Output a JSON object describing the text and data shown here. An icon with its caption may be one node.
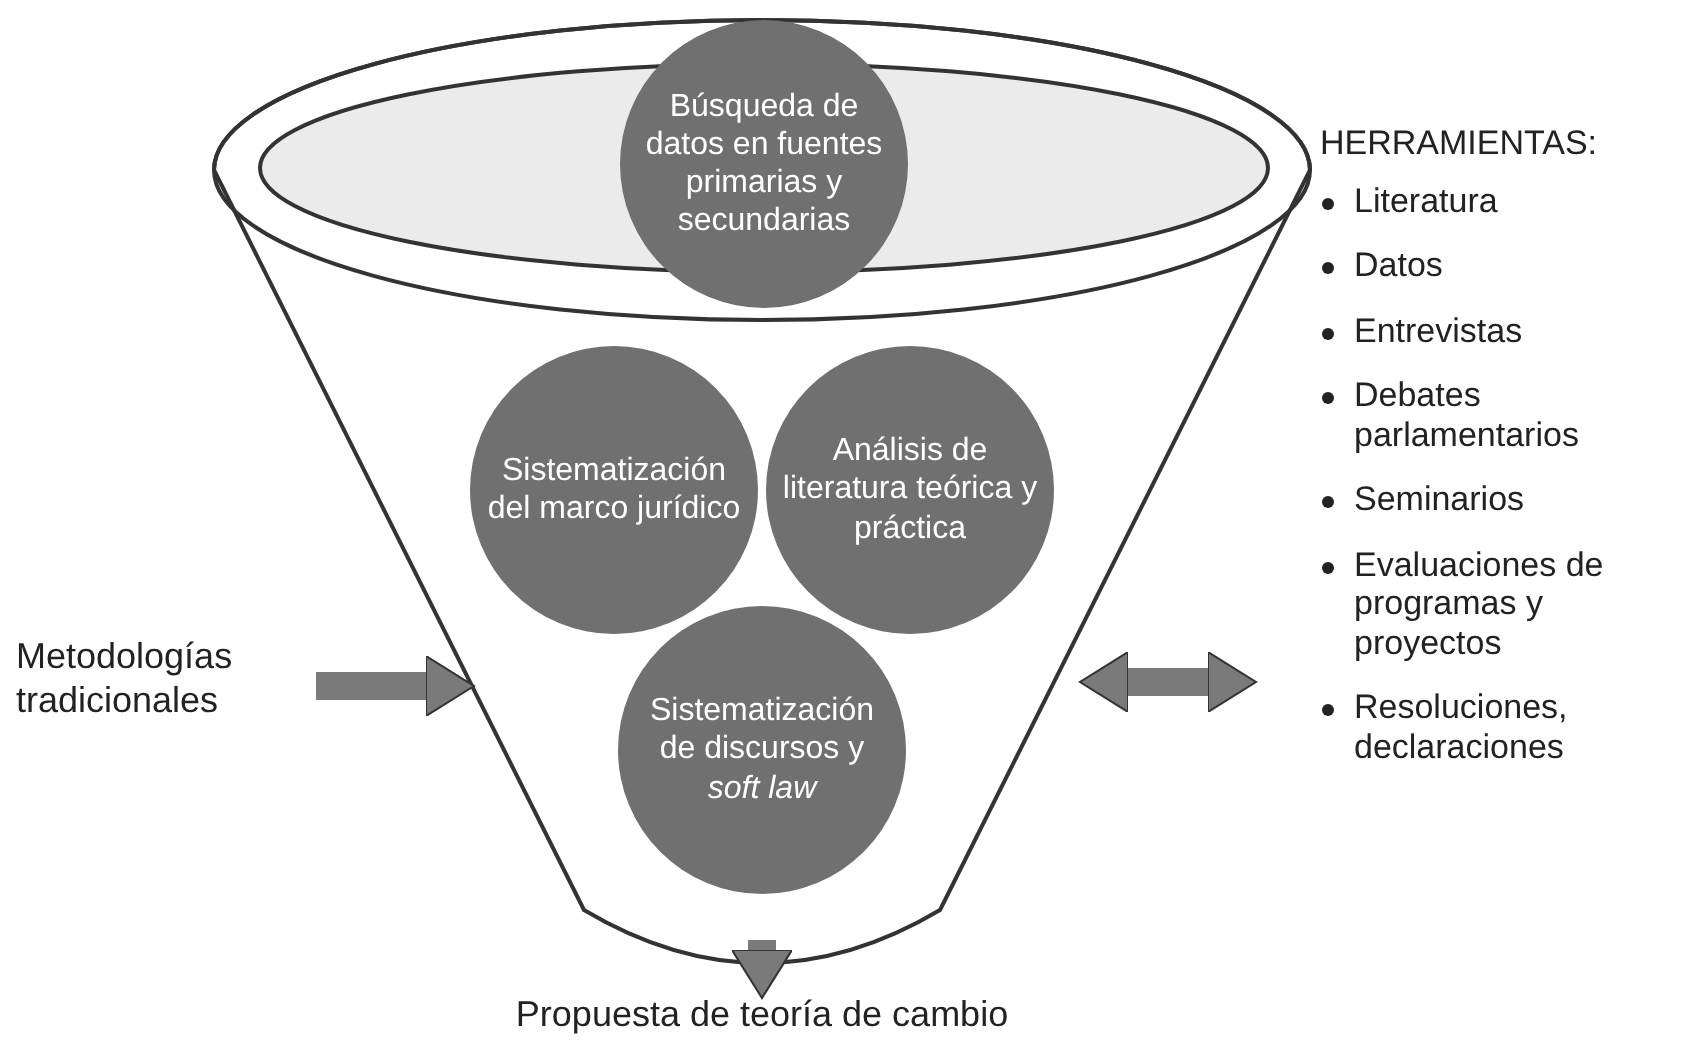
{
  "diagram": {
    "nodes": [
      {
        "text": [],
        "shape": "funnel"
      },
      {
        "text": [
          "Búsqueda de datos en fuentes primarias y secundarias"
        ],
        "in": 0
      },
      {
        "text": [
          "Sistematización del marco jurídico"
        ],
        "in": 0
      },
      {
        "text": [
          "Análisis de literatura teórica y práctica"
        ],
        "in": 0
      },
      {
        "text": [
          "Sistematización de discursos y *soft law*"
        ],
        "in": 0
      },
      {
        "text": [
          "Metodologías tradicionales"
        ]
      },
      {
        "text": [
          "Propuesta de teoría de cambio"
        ]
      },
      {
        "text": [
          "HERRAMIENTAS:",
          "Literatura",
          "Datos",
          "Entrevistas",
          "Debates parlamentarios",
          "Seminarios",
          "Evaluaciones de programas y proyectos",
          "Resoluciones, declaraciones"
        ]
      }
    ],
    "edges": [
      {
        "from": 5,
        "to": 0,
        "arrow": "to"
      },
      {
        "from": 0,
        "to": 6,
        "arrow": "to"
      },
      {
        "from": 0,
        "to": 7,
        "arrow": "both"
      }
    ]
  }
}
